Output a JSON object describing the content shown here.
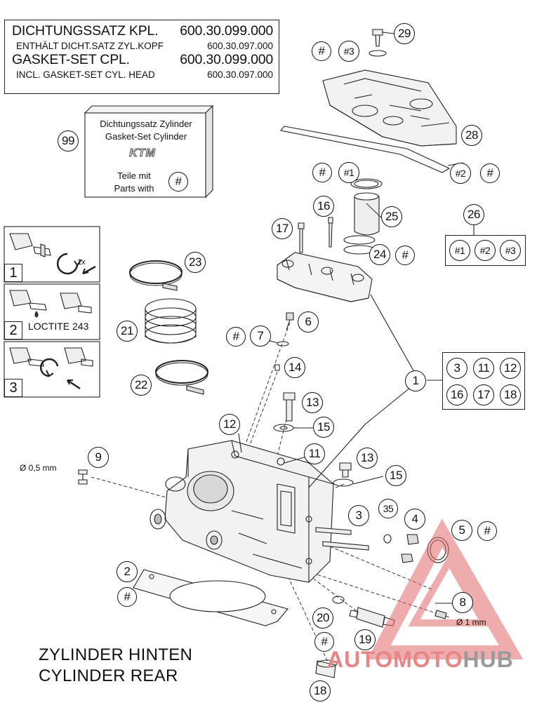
{
  "header": {
    "line1_left": "DICHTUNGSSATZ KPL.",
    "line1_right": "600.30.099.000",
    "line2_left": "ENTHÄLT DICHT.SATZ ZYL.KOPF",
    "line2_right": "600.30.097.000",
    "line3_left": "GASKET-SET CPL.",
    "line3_right": "600.30.099.000",
    "line4_left": "INCL. GASKET-SET CYL. HEAD",
    "line4_right": "600.30.097.000"
  },
  "gasket_kit": {
    "line1": "Dichtungssatz Zylinder",
    "line2": "Gasket-Set Cylinder",
    "brand": "KTM",
    "teile": "Teile mit",
    "parts": "Parts with",
    "symbol": "#",
    "callout": "99"
  },
  "steps": {
    "step1": "1",
    "step1_note": "1x",
    "step2": "2",
    "step2_note": "LOCTITE 243",
    "step3": "3"
  },
  "group_boxes": {
    "g1": [
      "3",
      "11",
      "12",
      "16",
      "17",
      "18"
    ],
    "g26": [
      "#1",
      "#2",
      "#3"
    ]
  },
  "callouts": {
    "c29": "29",
    "c28": "28",
    "c27a": "#",
    "c27b": "#3",
    "c_hash_1": "#",
    "c_h1": "#1",
    "c_h2": "#2",
    "c_hash_2": "#",
    "c16": "16",
    "c17": "17",
    "c25": "25",
    "c24": "24",
    "c_hash_24": "#",
    "c26": "26",
    "c23": "23",
    "c21": "21",
    "c22": "22",
    "c6": "6",
    "c7": "7",
    "c_hash_7": "#",
    "c14": "14",
    "c13a": "13",
    "c15a": "15",
    "c12": "12",
    "c11": "11",
    "c1": "1",
    "c13b": "13",
    "c15b": "15",
    "c9": "9",
    "c3": "3",
    "c35": "35",
    "c4": "4",
    "c5": "5",
    "c_hash_5": "#",
    "c2": "2",
    "c_hash_2b": "#",
    "c8": "8",
    "c20": "20",
    "c19": "19",
    "c_hash_18": "#",
    "c18": "18"
  },
  "labels": {
    "d05": "Ø 0,5 mm",
    "d1": "Ø 1 mm"
  },
  "footer": {
    "line1": "ZYLINDER HINTEN",
    "line2": "CYLINDER REAR"
  },
  "watermark": {
    "part_a": "AUTO",
    "part_b": "MOTO",
    "part_c": "HUB"
  }
}
